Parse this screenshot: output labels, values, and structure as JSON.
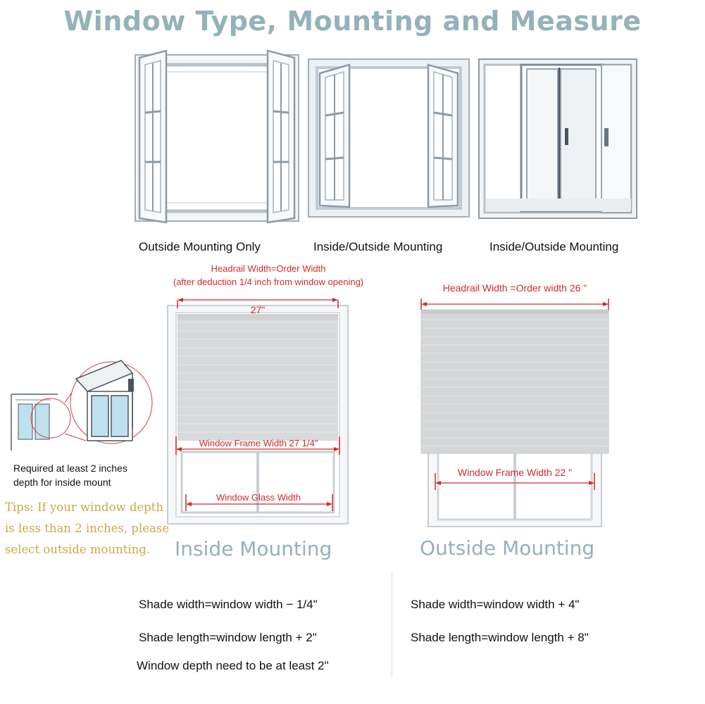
{
  "title": "Window Type, Mounting and Measure",
  "window_types": [
    {
      "caption": "Outside Mounting Only",
      "icon": "casement-window-icon"
    },
    {
      "caption": "Inside/Outside Mounting",
      "icon": "casement-window-inset-icon"
    },
    {
      "caption": "Inside/Outside Mounting",
      "icon": "sliding-window-icon"
    }
  ],
  "inside": {
    "headrail_line1": "Headrail Width=Order  Width",
    "headrail_line2": "(after deduction 1/4 inch from window opening)",
    "headrail_value": "27\"",
    "frame_width": "Window Frame Width   27 1/4\"",
    "glass_width": "Window Glass Width",
    "title": "Inside Mounting"
  },
  "outside": {
    "headrail": "Headrail Width =Order width 26  \"",
    "frame_width": "Window Frame Width 22 \"",
    "title": "Outside Mounting"
  },
  "depth_note": {
    "line1": "Required at least 2  inches",
    "line2": "depth for inside mount"
  },
  "tips": {
    "line1": "Tips: If your window depth",
    "line2": "is less than 2 inches, please",
    "line3": "select outside mounting."
  },
  "formulas": {
    "inside": [
      "Shade width=window width − 1/4\"",
      "Shade length=window length + 2\"",
      "Window depth need to be at least 2\""
    ],
    "outside": [
      "Shade width=window width + 4\"",
      "Shade length=window length + 8\""
    ]
  },
  "colors": {
    "title": "#93b2ba",
    "dimension": "#d02a2a",
    "tips": "#c9a84a",
    "frame": "#9aa6b0",
    "shade": "#d7d9da"
  }
}
